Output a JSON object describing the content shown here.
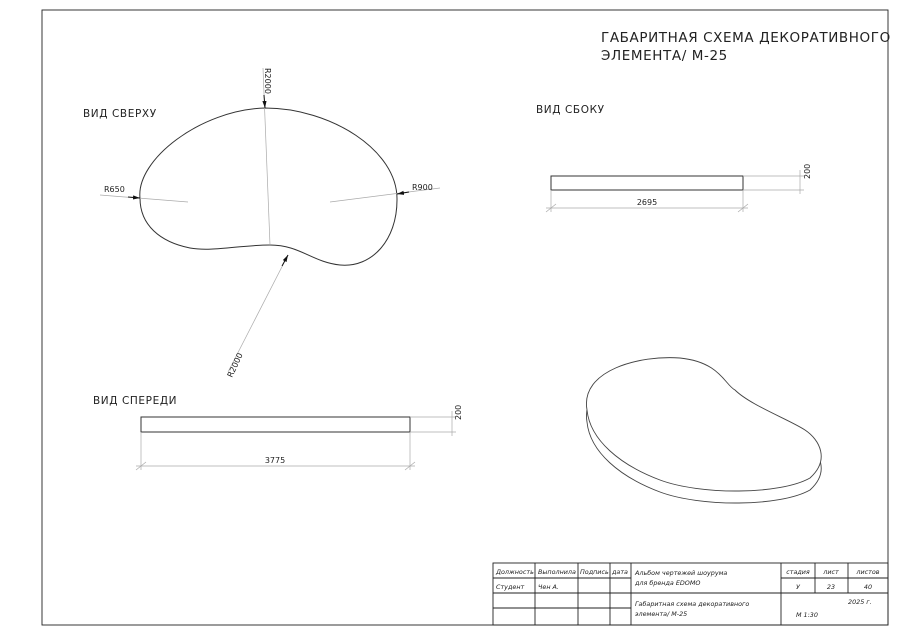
{
  "title": {
    "line1": "ГАБАРИТНАЯ СХЕМА ДЕКОРАТИВНОГО",
    "line2": "ЭЛЕМЕНТА/ М-25"
  },
  "views": {
    "top": {
      "label": "ВИД СВЕРХУ",
      "r_top": "R2000",
      "r_left": "R650",
      "r_right": "R900",
      "r_bottom": "R2000"
    },
    "side": {
      "label": "ВИД СБОКУ",
      "length": "2695",
      "height": "200"
    },
    "front": {
      "label": "ВИД СПЕРЕДИ",
      "length": "3775",
      "height": "200"
    }
  },
  "title_block": {
    "headers": [
      "Должность",
      "Выполнила",
      "Подпись",
      "дата"
    ],
    "row1": [
      "Студент",
      "Чен А."
    ],
    "album_line1": "Альбом чертежей шоурума",
    "album_line2": "для бренда EDOMO",
    "sheet_headers": [
      "стадия",
      "лист",
      "листов"
    ],
    "sheet_values": [
      "У",
      "23",
      "40"
    ],
    "drawing_line1": "Габаритная схема декоративного",
    "drawing_line2": "элемента/ М-25",
    "year": "2025 г.",
    "scale": "М 1:30"
  }
}
